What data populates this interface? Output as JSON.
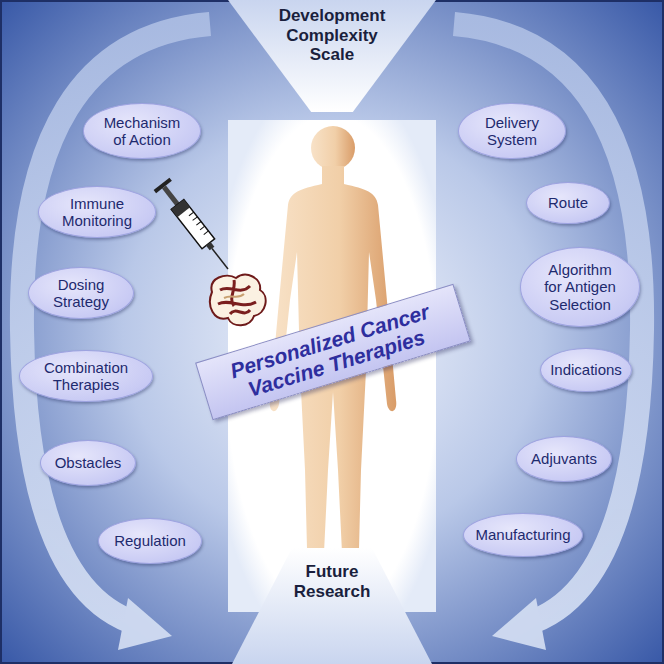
{
  "diagram": {
    "nodes": [
      {
        "text": [
          "Development Complexity Scale"
        ]
      },
      {
        "text": [
          "Mechanism of Action"
        ]
      },
      {
        "text": [
          "Immune Monitoring"
        ]
      },
      {
        "text": [
          "Dosing Strategy"
        ]
      },
      {
        "text": [
          "Combination Therapies"
        ]
      },
      {
        "text": [
          "Obstacles"
        ]
      },
      {
        "text": [
          "Regulation"
        ]
      },
      {
        "text": [
          "Delivery System"
        ]
      },
      {
        "text": [
          "Route"
        ]
      },
      {
        "text": [
          "Algorithm for Antigen Selection"
        ]
      },
      {
        "text": [
          "Indications"
        ]
      },
      {
        "text": [
          "Adjuvants"
        ]
      },
      {
        "text": [
          "Manufacturing"
        ]
      },
      {
        "text": [
          "Personalized Cancer Vaccine Therapies"
        ]
      },
      {
        "text": [
          "Future Research"
        ]
      }
    ]
  }
}
